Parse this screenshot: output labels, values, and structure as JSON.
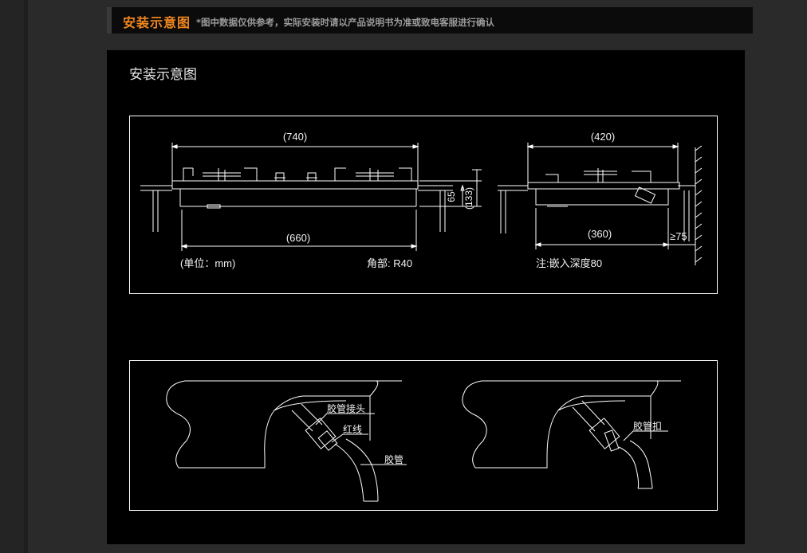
{
  "header": {
    "title": "安装示意图",
    "note": "*图中数据仅供参考，实际安装时请以产品说明书为准或致电客服进行确认"
  },
  "panel": {
    "title": "安装示意图"
  },
  "dimensions": {
    "front_width": "(740)",
    "front_cutout": "(660)",
    "front_height_total": "(133)",
    "front_height_under": "65",
    "side_width": "(420)",
    "side_cutout": "(360)",
    "wall_clearance": "≥75",
    "unit_note": "(单位：mm)",
    "corner_note": "角部: R40",
    "depth_note": "注:嵌入深度80"
  },
  "connection": {
    "hose_connector": "胶管接头",
    "red_line": "红线",
    "hose": "胶管",
    "hose_clamp": "胶管扣"
  },
  "colors": {
    "accent": "#f0861e",
    "line": "#ffffff",
    "background": "#000000"
  }
}
